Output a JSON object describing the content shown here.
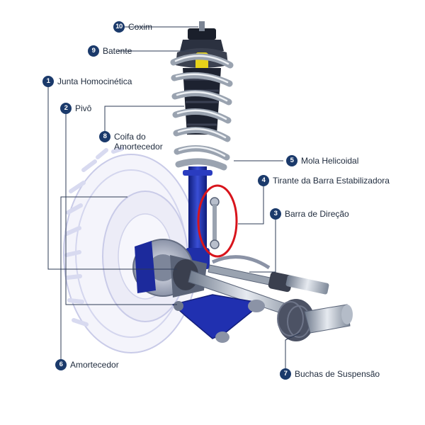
{
  "labels": [
    {
      "number": "10",
      "text": "Coxim"
    },
    {
      "number": "9",
      "text": "Batente"
    },
    {
      "number": "1",
      "text": "Junta Homocinética"
    },
    {
      "number": "2",
      "text": "Pivô"
    },
    {
      "number": "8",
      "text": "Coifa do Amortecedor"
    },
    {
      "number": "5",
      "text": "Mola Helicoidal"
    },
    {
      "number": "4",
      "text": "Tirante da Barra Estabilizadora"
    },
    {
      "number": "3",
      "text": "Barra de Direção"
    },
    {
      "number": "6",
      "text": "Amortecedor"
    },
    {
      "number": "7",
      "text": "Buchas de Suspensão"
    }
  ],
  "colors": {
    "badge": "#1b3a6b",
    "leader_line": "#2e3b55",
    "strut_blue": "#1f2fa8",
    "spring_gray": "#9aa3b0",
    "tire_outline": "#c9cbe8",
    "highlight_circle": "#d8141c"
  }
}
